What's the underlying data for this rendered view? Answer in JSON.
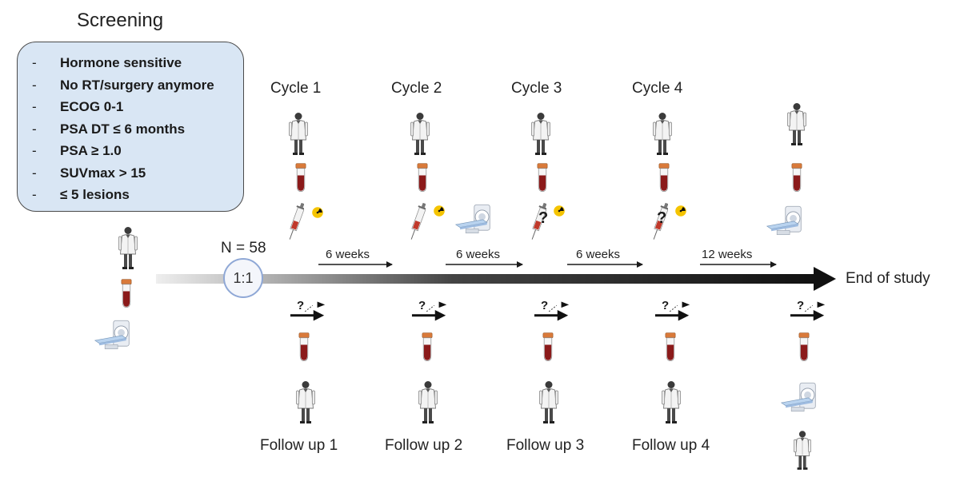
{
  "screening": {
    "title": "Screening",
    "criteria": [
      "Hormone sensitive",
      "No RT/surgery anymore",
      "ECOG 0-1",
      "PSA DT ≤ 6 months",
      "PSA ≥ 1.0",
      "SUVmax > 15",
      "≤ 5 lesions"
    ],
    "bullet": "-"
  },
  "randomization": {
    "n_label": "N = 58",
    "ratio": "1:1"
  },
  "end_label": "End of study",
  "cycles": [
    "Cycle 1",
    "Cycle 2",
    "Cycle 3",
    "Cycle 4"
  ],
  "follow_ups": [
    "Follow up 1",
    "Follow up 2",
    "Follow up 3",
    "Follow up 4"
  ],
  "intervals": [
    "6 weeks",
    "6 weeks",
    "6 weeks",
    "12 weeks"
  ],
  "question_mark": "?",
  "icons": {
    "doctor": "doctor-icon",
    "blood_tube": "blood-tube-icon",
    "syringe": "syringe-icon",
    "radiation": "radiation-icon",
    "ct_scanner": "ct-scanner-icon",
    "progression_arrow": "progression-arrow-icon"
  },
  "colors": {
    "criteria_box": "#d9e6f4",
    "timeline": "#1a1a1a",
    "circle_border": "#8fa8d6",
    "radiation": "#f5c400",
    "blood": "#8b1a1a"
  }
}
